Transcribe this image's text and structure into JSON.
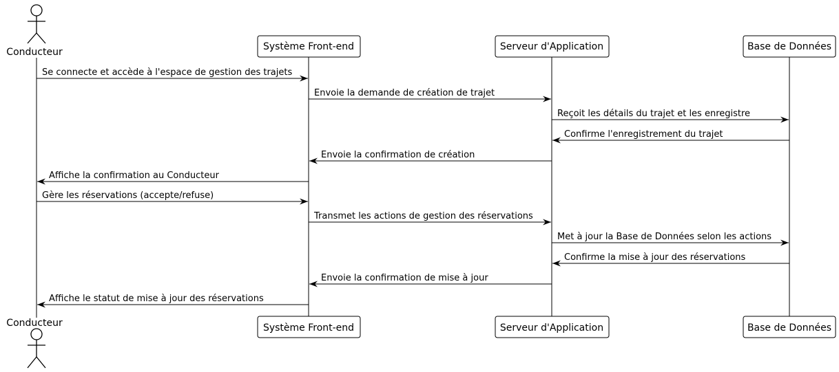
{
  "participants": [
    {
      "id": "conducteur",
      "label": "Conducteur",
      "kind": "actor"
    },
    {
      "id": "frontend",
      "label": "Système Front-end",
      "kind": "box"
    },
    {
      "id": "serveur",
      "label": "Serveur d'Application",
      "kind": "box"
    },
    {
      "id": "bdd",
      "label": "Base de Données",
      "kind": "box"
    }
  ],
  "messages": [
    {
      "from": "conducteur",
      "to": "frontend",
      "text": "Se connecte et accède à l'espace de gestion des trajets"
    },
    {
      "from": "frontend",
      "to": "serveur",
      "text": "Envoie la demande de création de trajet"
    },
    {
      "from": "serveur",
      "to": "bdd",
      "text": "Reçoit les détails du trajet et les enregistre"
    },
    {
      "from": "bdd",
      "to": "serveur",
      "text": "Confirme l'enregistrement du trajet"
    },
    {
      "from": "serveur",
      "to": "frontend",
      "text": "Envoie la confirmation de création"
    },
    {
      "from": "frontend",
      "to": "conducteur",
      "text": "Affiche la confirmation au Conducteur"
    },
    {
      "from": "conducteur",
      "to": "frontend",
      "text": "Gère les réservations (accepte/refuse)"
    },
    {
      "from": "frontend",
      "to": "serveur",
      "text": "Transmet les actions de gestion des réservations"
    },
    {
      "from": "serveur",
      "to": "bdd",
      "text": "Met à jour la Base de Données selon les actions"
    },
    {
      "from": "bdd",
      "to": "serveur",
      "text": "Confirme la mise à jour des réservations"
    },
    {
      "from": "serveur",
      "to": "frontend",
      "text": "Envoie la confirmation de mise à jour"
    },
    {
      "from": "frontend",
      "to": "conducteur",
      "text": "Affiche le statut de mise à jour des réservations"
    }
  ]
}
